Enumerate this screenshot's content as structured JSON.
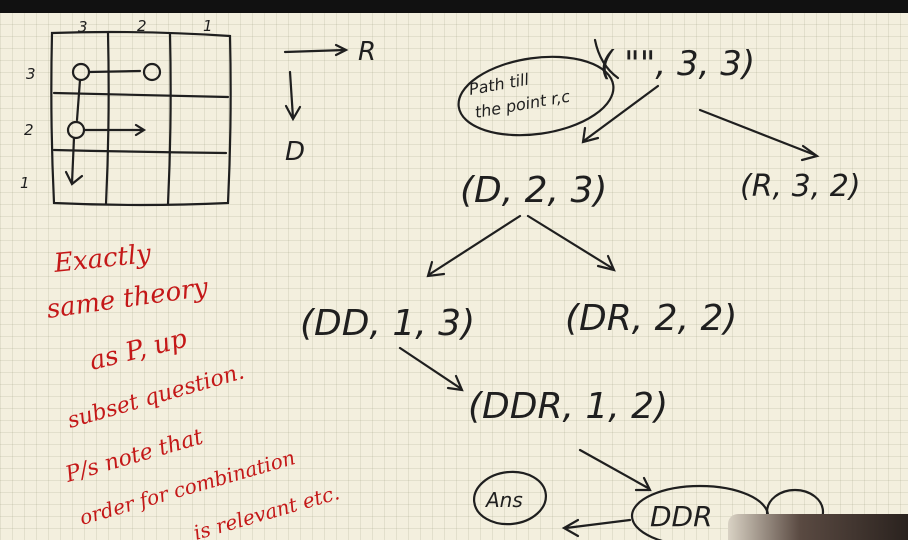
{
  "grid": {
    "col_labels": [
      "3",
      "2",
      "1"
    ],
    "row_labels": [
      "3",
      "2",
      "1"
    ]
  },
  "legend": {
    "right": "R",
    "down": "D"
  },
  "root": {
    "note_line1": "Path till",
    "note_line2": "the point r,c",
    "tuple": "( \"\", 3, 3)"
  },
  "nodes": {
    "d": "(D, 2, 3)",
    "r": "(R, 3, 2)",
    "dd": "(DD, 1, 3)",
    "dr": "(DR, 2, 2)",
    "ddr": "(DDR, 1, 2)",
    "ans": "Ans",
    "bottom": "DDR"
  },
  "red_notes": [
    "Exactly",
    "same theory",
    "as P, up",
    "subset question.",
    "P/s note that",
    "order for combination",
    "is relevant etc."
  ],
  "colors": {
    "ink": "#1f1f1f",
    "red_ink": "#c41818",
    "paper": "#f3efde"
  }
}
